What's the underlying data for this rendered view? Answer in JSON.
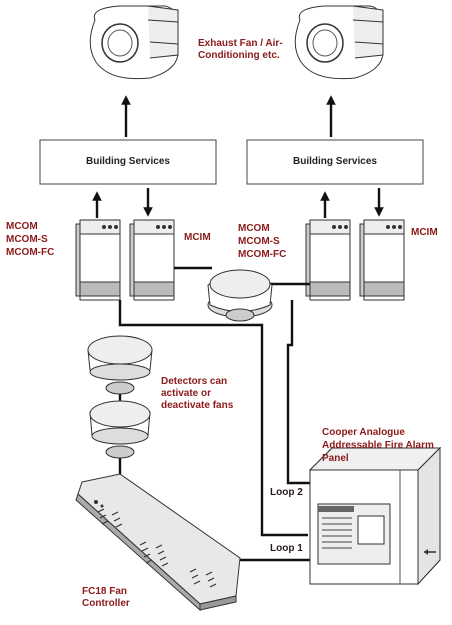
{
  "labels": {
    "exhaust_fan": "Exhaust Fan / Air-\nConditioning etc.",
    "building_services_left": "Building Services",
    "building_services_right": "Building Services",
    "mcom_left": "MCOM\nMCOM-S\nMCOM-FC",
    "mcim": "MCIM",
    "mcom_center": "MCOM\nMCOM-S\nMCOM-FC",
    "mcim_right": "MCIM",
    "detectors": "Detectors can\nactivate or\ndeactivate fans",
    "panel": "Cooper Analogue\nAddressable Fire Alarm\nPanel",
    "loop2": "Loop 2",
    "loop1": "Loop 1",
    "fc18": "FC18 Fan\nController"
  },
  "icons": [
    "fan-icon",
    "arrow-up-icon",
    "arrow-down-icon",
    "module-icon",
    "smoke-detector-icon",
    "fire-panel-icon",
    "fan-controller-icon"
  ]
}
